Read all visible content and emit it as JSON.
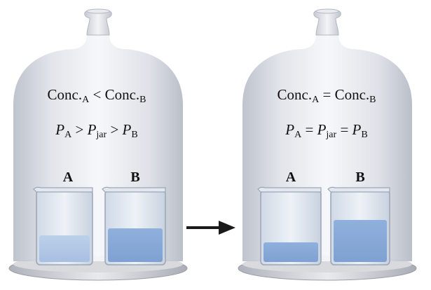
{
  "left_setup": {
    "conc_left_main": "Conc.",
    "conc_left_sub": "A",
    "conc_relation": " < ",
    "conc_right_main": "Conc.",
    "conc_right_sub": "B",
    "p1_main": "P",
    "p1_sub": "A",
    "op1": " > ",
    "p2_main": "P",
    "p2_sub": "jar",
    "op2": " > ",
    "p3_main": "P",
    "p3_sub": "B",
    "beaker_a_label": "A",
    "beaker_b_label": "B",
    "beaker_a_fill": 0.38,
    "beaker_b_fill": 0.48
  },
  "right_setup": {
    "conc_left_main": "Conc.",
    "conc_left_sub": "A",
    "conc_relation": " = ",
    "conc_right_main": "Conc.",
    "conc_right_sub": "B",
    "p1_main": "P",
    "p1_sub": "A",
    "op1": " = ",
    "p2_main": "P",
    "p2_sub": "jar",
    "op2": " = ",
    "p3_main": "P",
    "p3_sub": "B",
    "beaker_a_label": "A",
    "beaker_b_label": "B",
    "beaker_a_fill": 0.28,
    "beaker_b_fill": 0.6
  },
  "colors": {
    "bell_light": "#f7f8fb",
    "bell_dark": "#c3c8d2",
    "liquid_light": "#9cb7dd",
    "liquid_dark": "#6e90c6",
    "arrow": "#1a1a1a"
  }
}
